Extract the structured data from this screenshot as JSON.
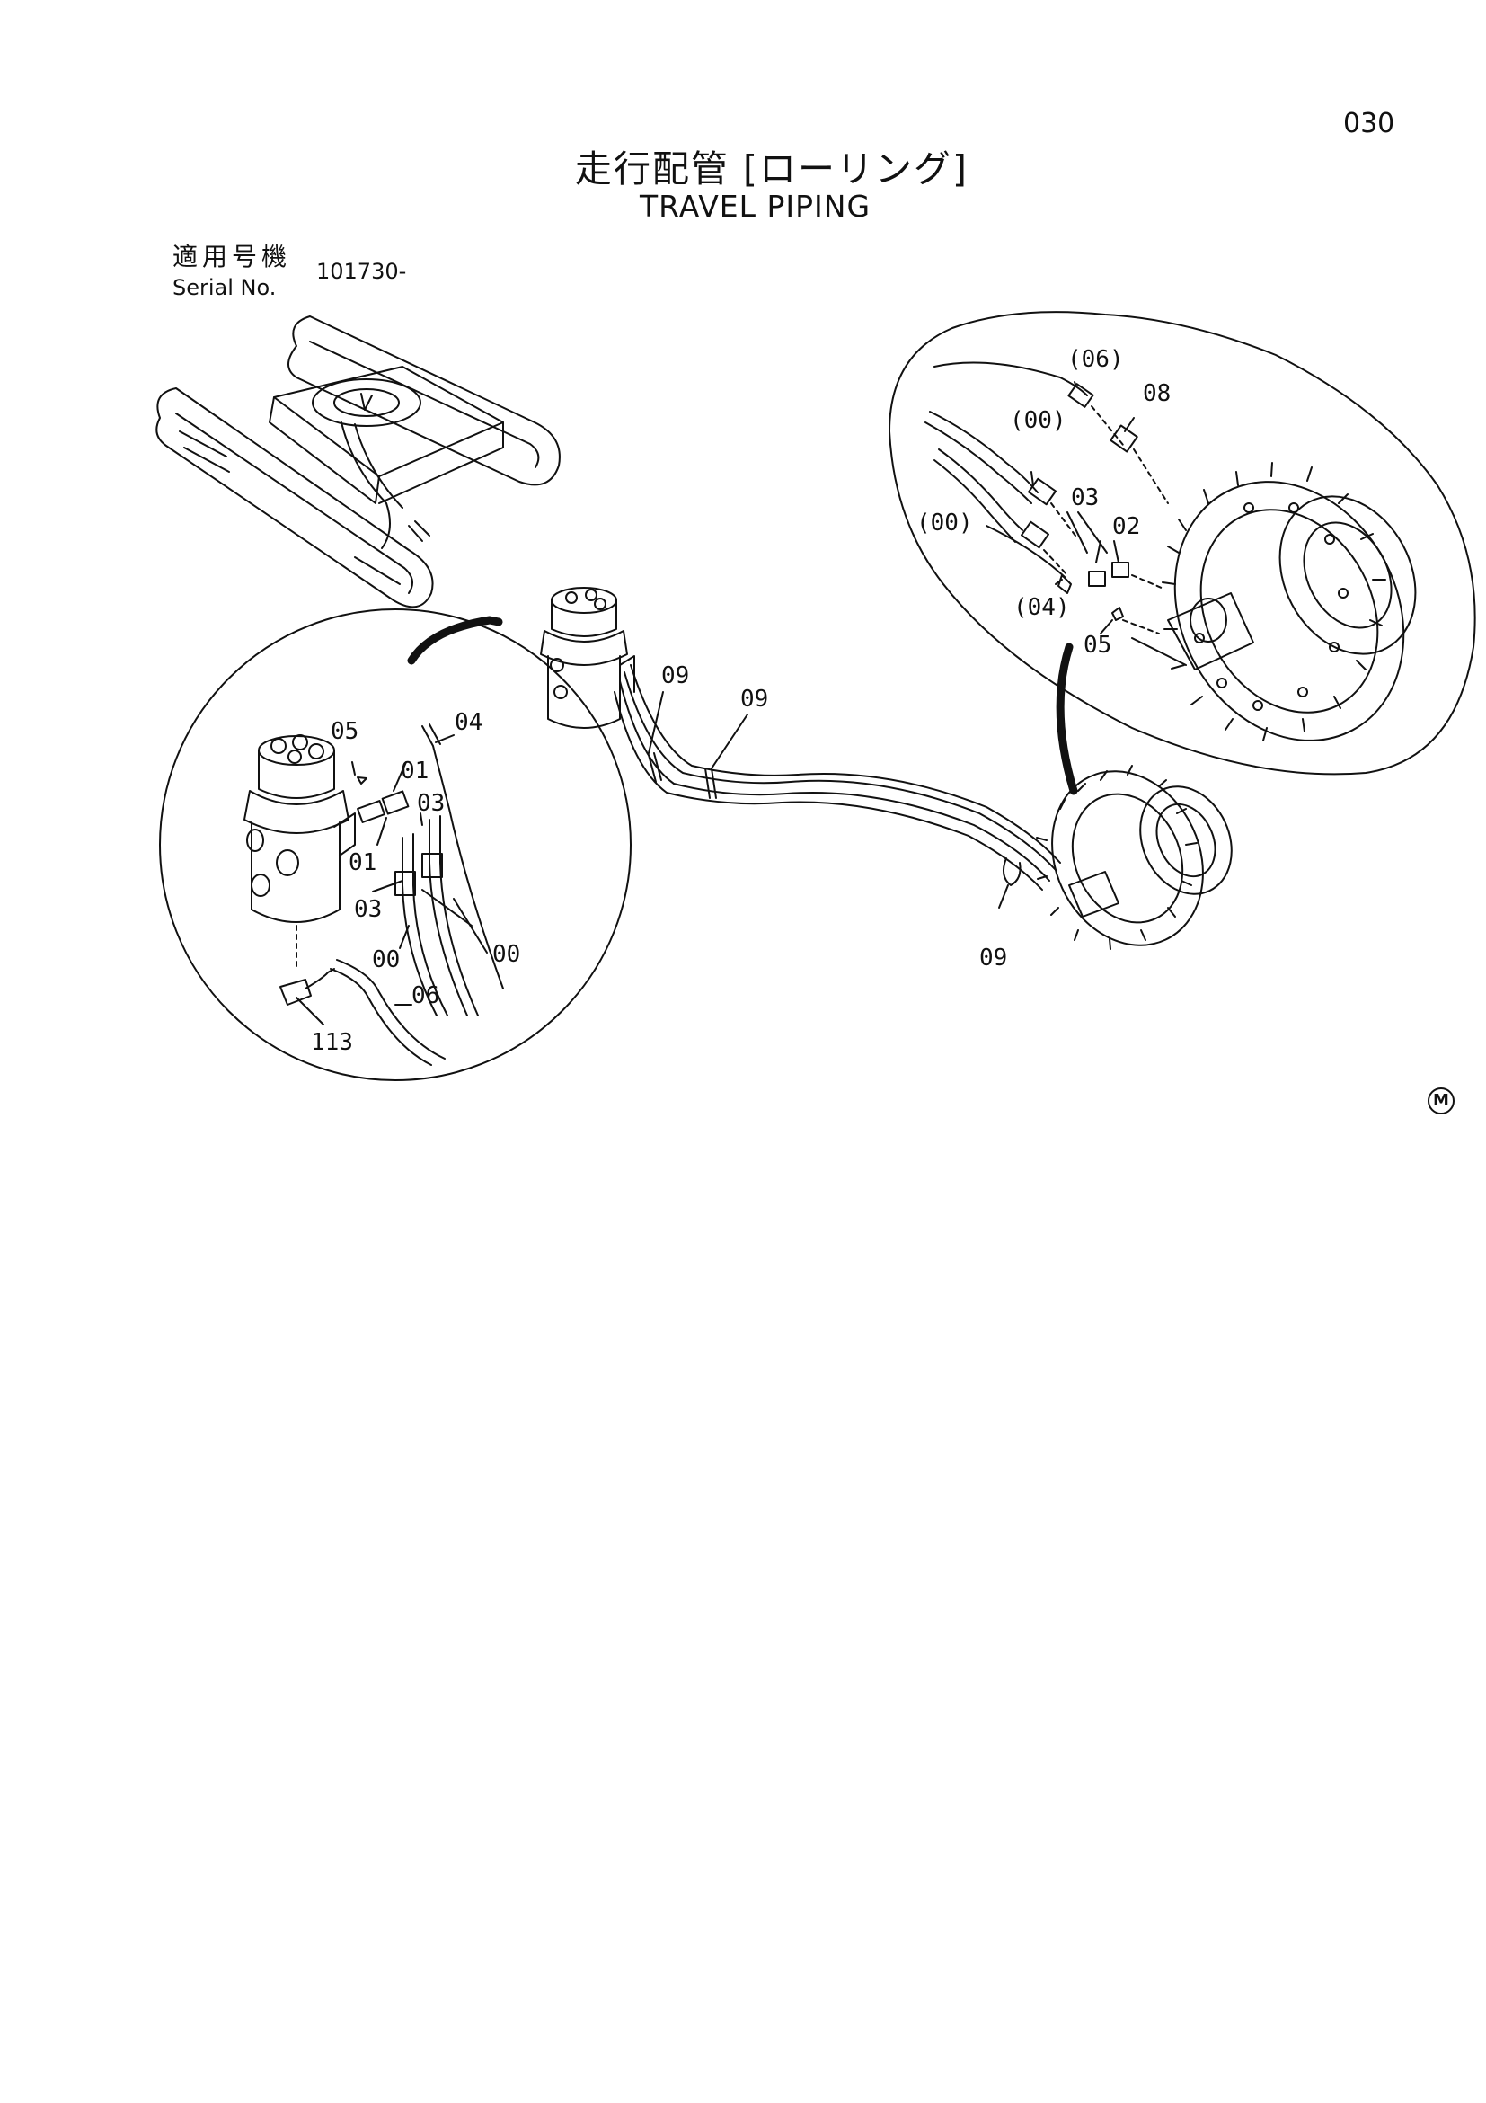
{
  "header": {
    "page_number": "030",
    "title_jp": "走行配管 [ローリング]",
    "title_en": "TRAVEL PIPING",
    "serial_label_jp": "適用号機",
    "serial_label_en": "Serial No.",
    "serial_value": "101730-"
  },
  "mark": "M",
  "callouts": {
    "left_detail": [
      "05",
      "04",
      "01",
      "03",
      "01",
      "03",
      "00",
      "00",
      "06",
      "113"
    ],
    "main": [
      "09",
      "09",
      "09"
    ],
    "right_detail": [
      "(06)",
      "08",
      "(00)",
      "03",
      "(00)",
      "02",
      "(04)",
      "05"
    ]
  }
}
